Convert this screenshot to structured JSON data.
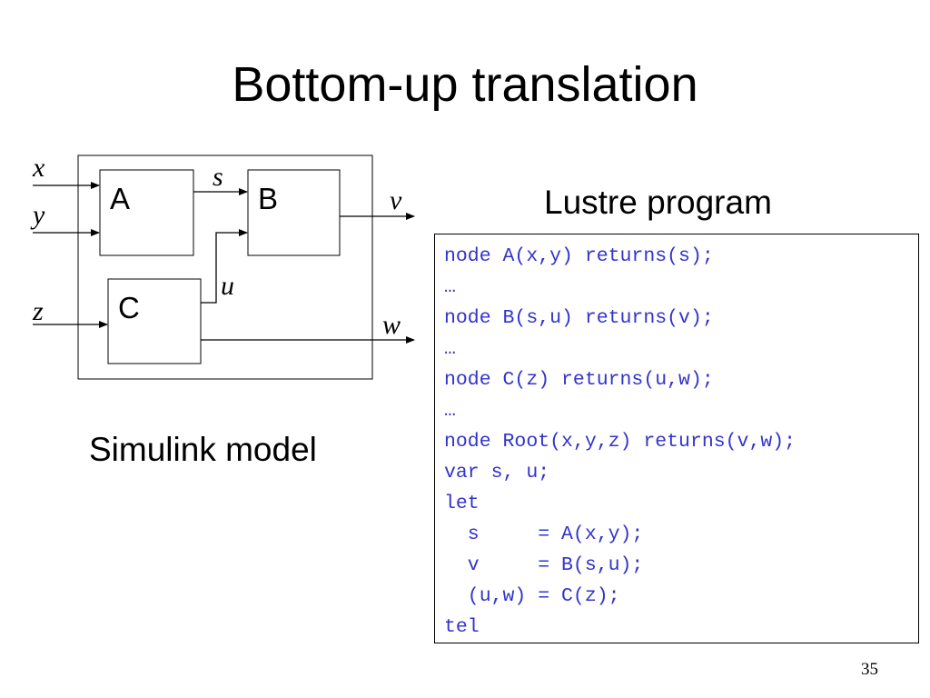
{
  "slide": {
    "title": "Bottom-up translation",
    "page_number": "35"
  },
  "simulink": {
    "caption": "Simulink model",
    "blocks": {
      "a": "A",
      "b": "B",
      "c": "C"
    },
    "signals": {
      "x": "x",
      "y": "y",
      "z": "z",
      "s": "s",
      "u": "u",
      "v": "v",
      "w": "w"
    }
  },
  "lustre": {
    "caption": "Lustre program",
    "code_lines": [
      "node A(x,y) returns(s);",
      "…",
      "node B(s,u) returns(v);",
      "…",
      "node C(z) returns(u,w);",
      "…",
      "node Root(x,y,z) returns(v,w);",
      "var s, u;",
      "let",
      "  s     = A(x,y);",
      "  v     = B(s,u);",
      "  (u,w) = C(z);",
      "tel"
    ]
  },
  "colors": {
    "code_text": "#3333cc",
    "diagram_lines": "#000000",
    "background": "#ffffff"
  }
}
